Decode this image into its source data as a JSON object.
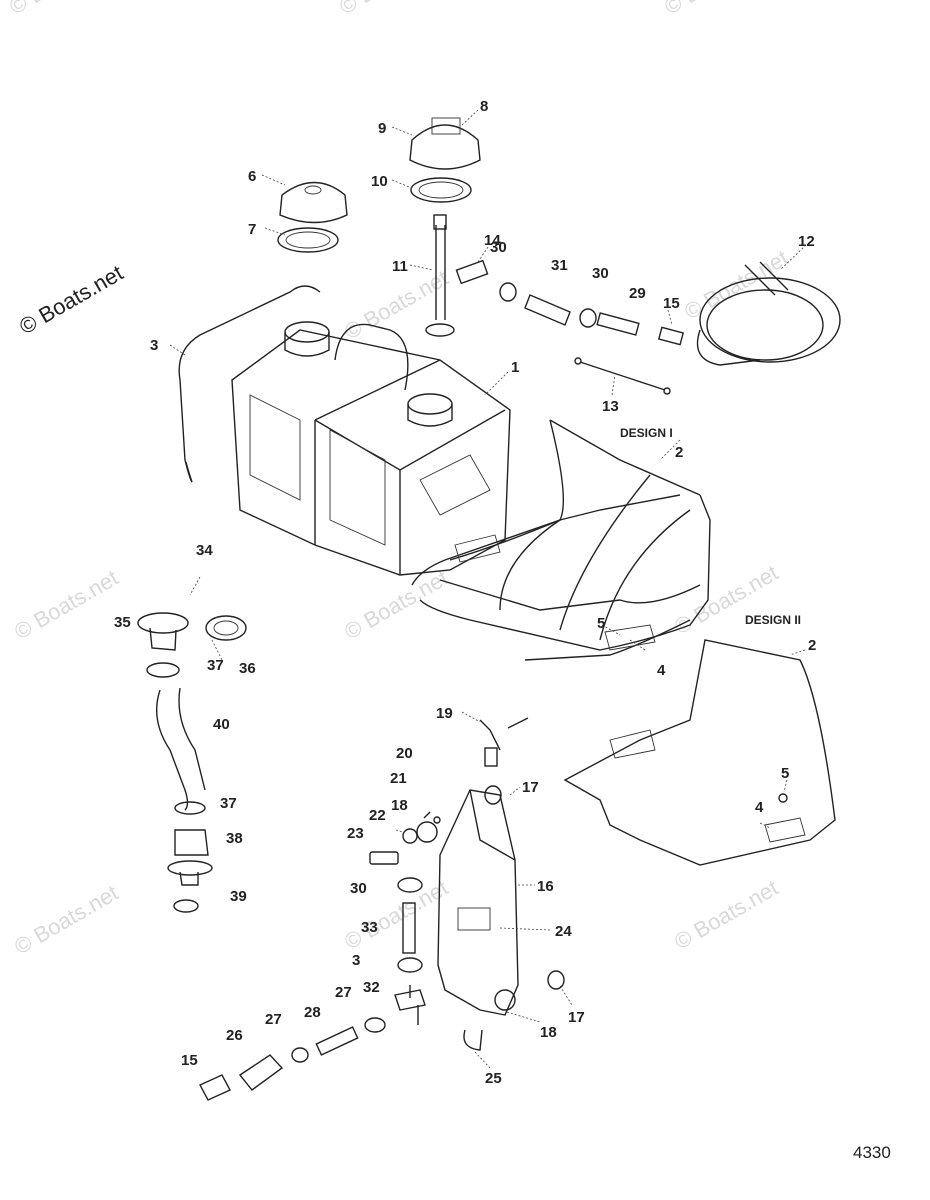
{
  "watermark_text": "© Boats.net",
  "figure_number": "4330",
  "design_labels": {
    "design_1": "DESIGN I",
    "design_2": "DESIGN II"
  },
  "callouts": [
    {
      "id": "c1",
      "text": "1"
    },
    {
      "id": "c2a",
      "text": "2"
    },
    {
      "id": "c2b",
      "text": "2"
    },
    {
      "id": "c3a",
      "text": "3"
    },
    {
      "id": "c3b",
      "text": "3"
    },
    {
      "id": "c4a",
      "text": "4"
    },
    {
      "id": "c4b",
      "text": "4"
    },
    {
      "id": "c5a",
      "text": "5"
    },
    {
      "id": "c5b",
      "text": "5"
    },
    {
      "id": "c6",
      "text": "6"
    },
    {
      "id": "c7",
      "text": "7"
    },
    {
      "id": "c8",
      "text": "8"
    },
    {
      "id": "c9",
      "text": "9"
    },
    {
      "id": "c10",
      "text": "10"
    },
    {
      "id": "c11",
      "text": "11"
    },
    {
      "id": "c12",
      "text": "12"
    },
    {
      "id": "c13",
      "text": "13"
    },
    {
      "id": "c14",
      "text": "14"
    },
    {
      "id": "c15a",
      "text": "15"
    },
    {
      "id": "c15b",
      "text": "15"
    },
    {
      "id": "c16",
      "text": "16"
    },
    {
      "id": "c17a",
      "text": "17"
    },
    {
      "id": "c17b",
      "text": "17"
    },
    {
      "id": "c18a",
      "text": "18"
    },
    {
      "id": "c18b",
      "text": "18"
    },
    {
      "id": "c19",
      "text": "19"
    },
    {
      "id": "c20",
      "text": "20"
    },
    {
      "id": "c21",
      "text": "21"
    },
    {
      "id": "c22",
      "text": "22"
    },
    {
      "id": "c23",
      "text": "23"
    },
    {
      "id": "c24",
      "text": "24"
    },
    {
      "id": "c25",
      "text": "25"
    },
    {
      "id": "c26",
      "text": "26"
    },
    {
      "id": "c27a",
      "text": "27"
    },
    {
      "id": "c27b",
      "text": "27"
    },
    {
      "id": "c28",
      "text": "28"
    },
    {
      "id": "c29",
      "text": "29"
    },
    {
      "id": "c30a",
      "text": "30"
    },
    {
      "id": "c30b",
      "text": "30"
    },
    {
      "id": "c30c",
      "text": "30"
    },
    {
      "id": "c31",
      "text": "31"
    },
    {
      "id": "c32",
      "text": "32"
    },
    {
      "id": "c33",
      "text": "33"
    },
    {
      "id": "c34",
      "text": "34"
    },
    {
      "id": "c35",
      "text": "35"
    },
    {
      "id": "c36",
      "text": "36"
    },
    {
      "id": "c37a",
      "text": "37"
    },
    {
      "id": "c37b",
      "text": "37"
    },
    {
      "id": "c38",
      "text": "38"
    },
    {
      "id": "c39",
      "text": "39"
    },
    {
      "id": "c40",
      "text": "40"
    }
  ]
}
